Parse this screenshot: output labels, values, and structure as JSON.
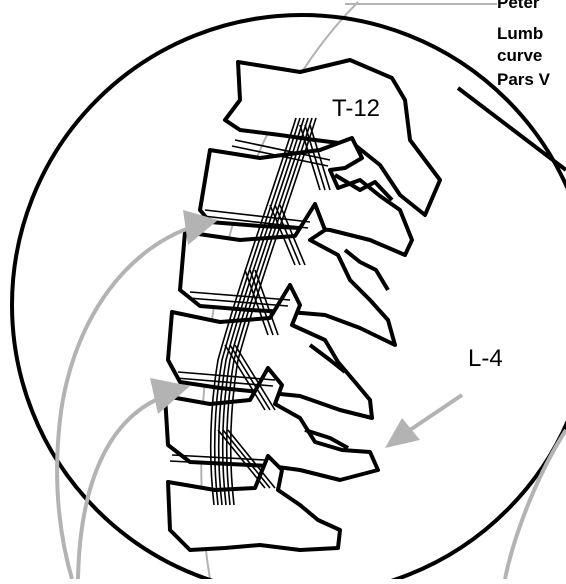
{
  "header": {
    "lines": [
      "Peter",
      "Lumb",
      "curve",
      "Pars V"
    ]
  },
  "labels": {
    "upper": "T-12",
    "lower": "L-4"
  },
  "colors": {
    "outline": "#000000",
    "arrow": "#b3b3b3",
    "background": "#ffffff"
  }
}
